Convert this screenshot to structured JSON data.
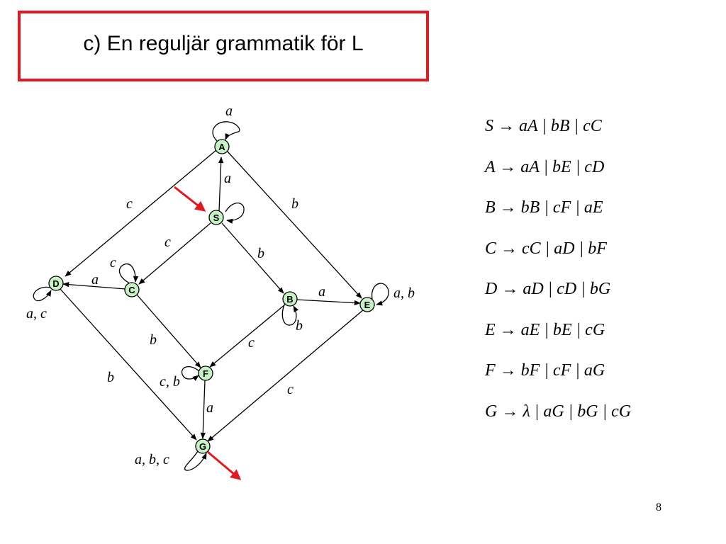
{
  "title": "c) En reguljär grammatik för L",
  "page_number": "8",
  "colors": {
    "node_fill": "#c6f2c6",
    "accent": "#e01a22",
    "edge": "#000000"
  },
  "states": [
    "A",
    "S",
    "B",
    "C",
    "D",
    "E",
    "F",
    "G"
  ],
  "edge_labels": {
    "loop_A": "a",
    "S_to_A": "a",
    "A_to_D": "c",
    "A_to_E": "b",
    "S_to_C": "c",
    "S_to_B": "b",
    "loop_C": "c",
    "C_to_D": "a",
    "B_to_E": "a",
    "loop_E": "a, b",
    "loop_D": "a, c",
    "loop_B": "b",
    "C_to_F": "b",
    "B_to_F": "c",
    "D_to_G": "b",
    "loop_F": "c, b",
    "E_to_G": "c",
    "F_to_G": "a",
    "loop_G": "a, b, c"
  },
  "rules": [
    "S → aA | bB | cC",
    "A → aA | bE | cD",
    "B → bB | cF | aE",
    "C → cC | aD | bF",
    "D → aD | cD | bG",
    "E → aE | bE | cG",
    "F → bF | cF | aG",
    "G → λ | aG | bG | cG"
  ]
}
